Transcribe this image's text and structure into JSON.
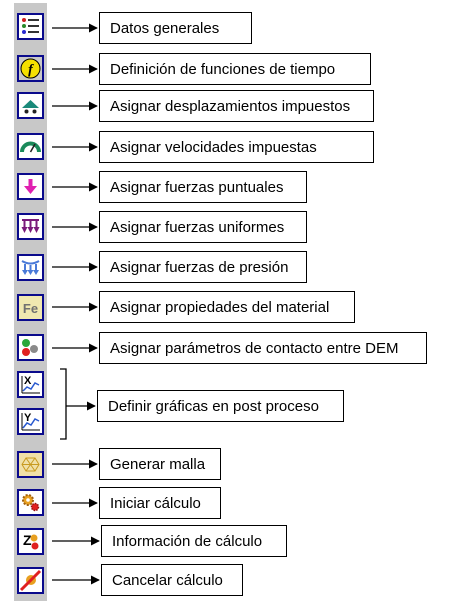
{
  "colors": {
    "icon_border": "#0a0a8c",
    "toolbar_bg": "#c8c8c8"
  },
  "items": [
    {
      "name": "datos-generales",
      "label": "Datos generales",
      "icon": "list-icon"
    },
    {
      "name": "funciones-tiempo",
      "label": "Definición de funciones de tiempo",
      "icon": "function-icon"
    },
    {
      "name": "desplazamientos",
      "label": "Asignar desplazamientos impuestos",
      "icon": "cart-icon"
    },
    {
      "name": "velocidades",
      "label": "Asignar velocidades impuestas",
      "icon": "gauge-icon"
    },
    {
      "name": "fuerzas-puntuales",
      "label": "Asignar fuerzas puntuales",
      "icon": "arrow-down-icon"
    },
    {
      "name": "fuerzas-uniformes",
      "label": "Asignar fuerzas uniformes",
      "icon": "triple-arrow-icon"
    },
    {
      "name": "fuerzas-presion",
      "label": "Asignar fuerzas de presión",
      "icon": "pressure-icon"
    },
    {
      "name": "propiedades-material",
      "label": "Asignar propiedades del material",
      "icon": "fe-icon"
    },
    {
      "name": "contacto-dem",
      "label": "Asignar parámetros de contacto entre DEM",
      "icon": "spheres-icon"
    },
    {
      "name": "graficas",
      "label": "Definir gráficas en post proceso",
      "icon": "graph-x-icon"
    },
    {
      "name": "generar-malla",
      "label": "Generar malla",
      "icon": "mesh-icon"
    },
    {
      "name": "iniciar-calculo",
      "label": "Iniciar cálculo",
      "icon": "gear-icon"
    },
    {
      "name": "info-calculo",
      "label": "Información de cálculo",
      "icon": "gear-info-icon"
    },
    {
      "name": "cancelar-calculo",
      "label": "Cancelar cálculo",
      "icon": "cancel-icon"
    }
  ],
  "graph_icons": [
    "graph-x-icon",
    "graph-y-icon"
  ]
}
